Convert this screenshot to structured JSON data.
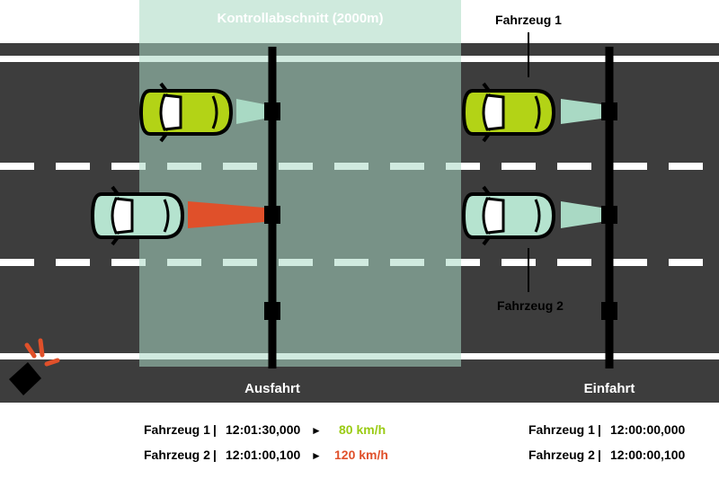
{
  "section": {
    "label": "Kontrollabschnitt (2000m)"
  },
  "gantries": {
    "exit_label": "Ausfahrt",
    "entry_label": "Einfahrt"
  },
  "vehicles": {
    "v1_label": "Fahrzeug 1",
    "v2_label": "Fahrzeug 2"
  },
  "readings": {
    "exit": [
      {
        "vehicle": "Fahrzeug 1",
        "sep": "|",
        "time": "12:01:30,000",
        "arrow": "►",
        "speed": "80 km/h"
      },
      {
        "vehicle": "Fahrzeug 2",
        "sep": "|",
        "time": "12:01:00,100",
        "arrow": "►",
        "speed": "120 km/h"
      }
    ],
    "entry": [
      {
        "vehicle": "Fahrzeug 1",
        "sep": "|",
        "time": "12:00:00,000"
      },
      {
        "vehicle": "Fahrzeug 2",
        "sep": "|",
        "time": "12:00:00,100"
      }
    ]
  },
  "colors": {
    "road": "#3d3d3d",
    "section_overlay": "#a9d9c4",
    "car_ok": "#b3d316",
    "car_mint": "#b5e3cf",
    "speed_ok": "#9acb14",
    "speed_violation": "#e0502a",
    "beam_normal": "#a9d9c4",
    "beam_violation": "#e0502a",
    "camera_flash": "#e0502a"
  }
}
